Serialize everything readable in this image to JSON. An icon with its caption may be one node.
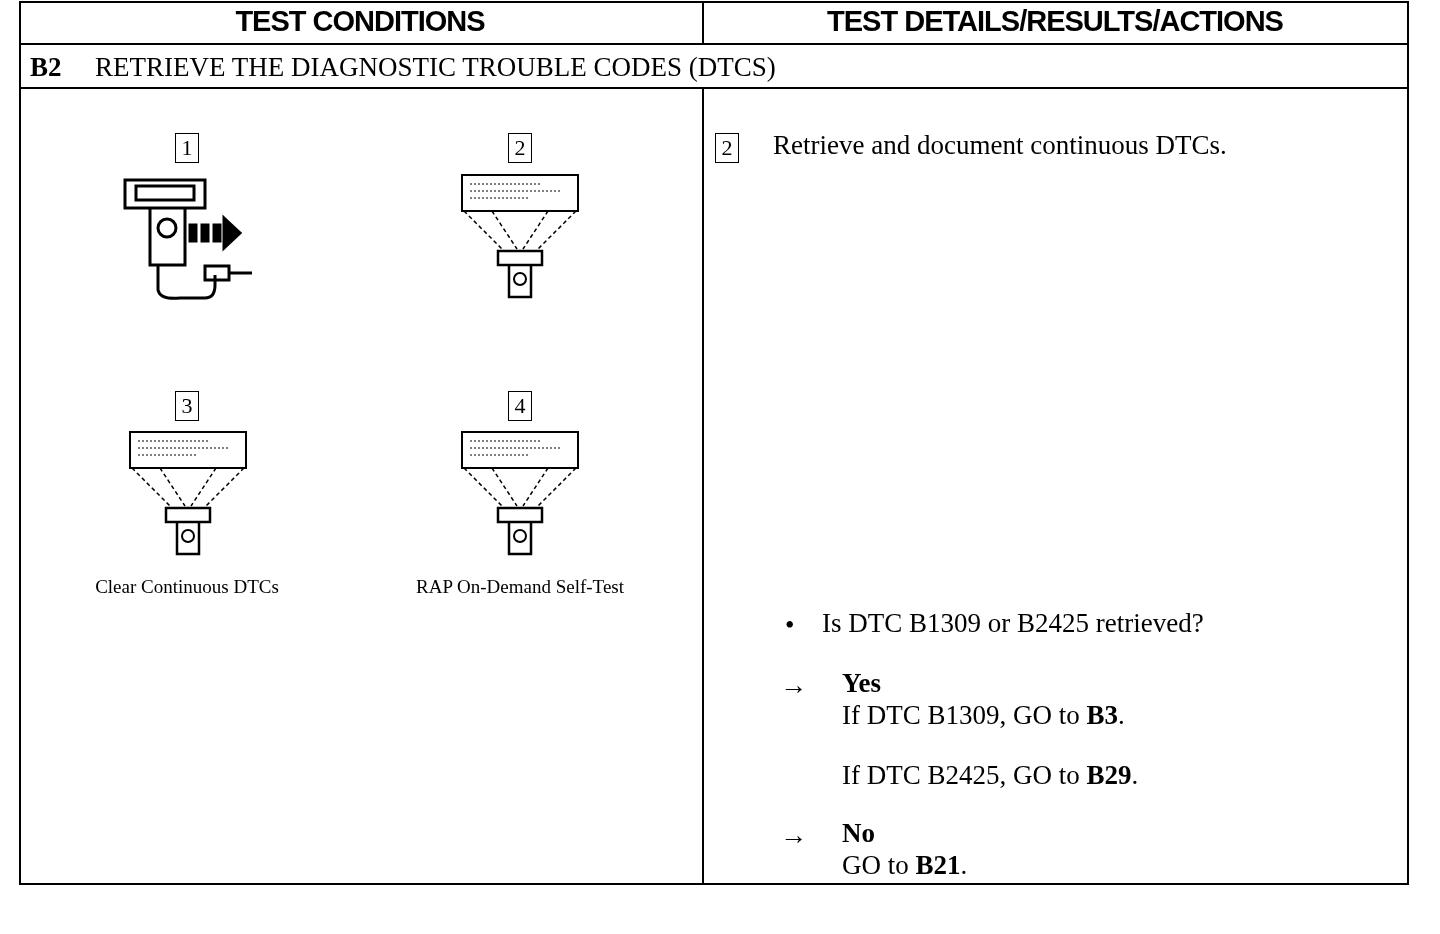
{
  "diagram": {
    "labels": [
      "TEST CONDITIONS",
      "TEST DETAILS/RESULTS/ACTIONS",
      "B2",
      "RETRIEVE THE DIAGNOSTIC TROUBLE CODES (DTCS)",
      "1",
      "2",
      "3",
      "4",
      "Clear Continuous DTCs",
      "RAP On-Demand Self-Test",
      "2",
      "Retrieve and document continuous DTCs.",
      "•",
      "Is DTC B1309 or B2425 retrieved?",
      "→",
      "Yes",
      "If DTC B1309, GO to **B3**.",
      "If DTC B2425, GO to **B29**.",
      "→",
      "No",
      "GO to **B21**."
    ]
  }
}
